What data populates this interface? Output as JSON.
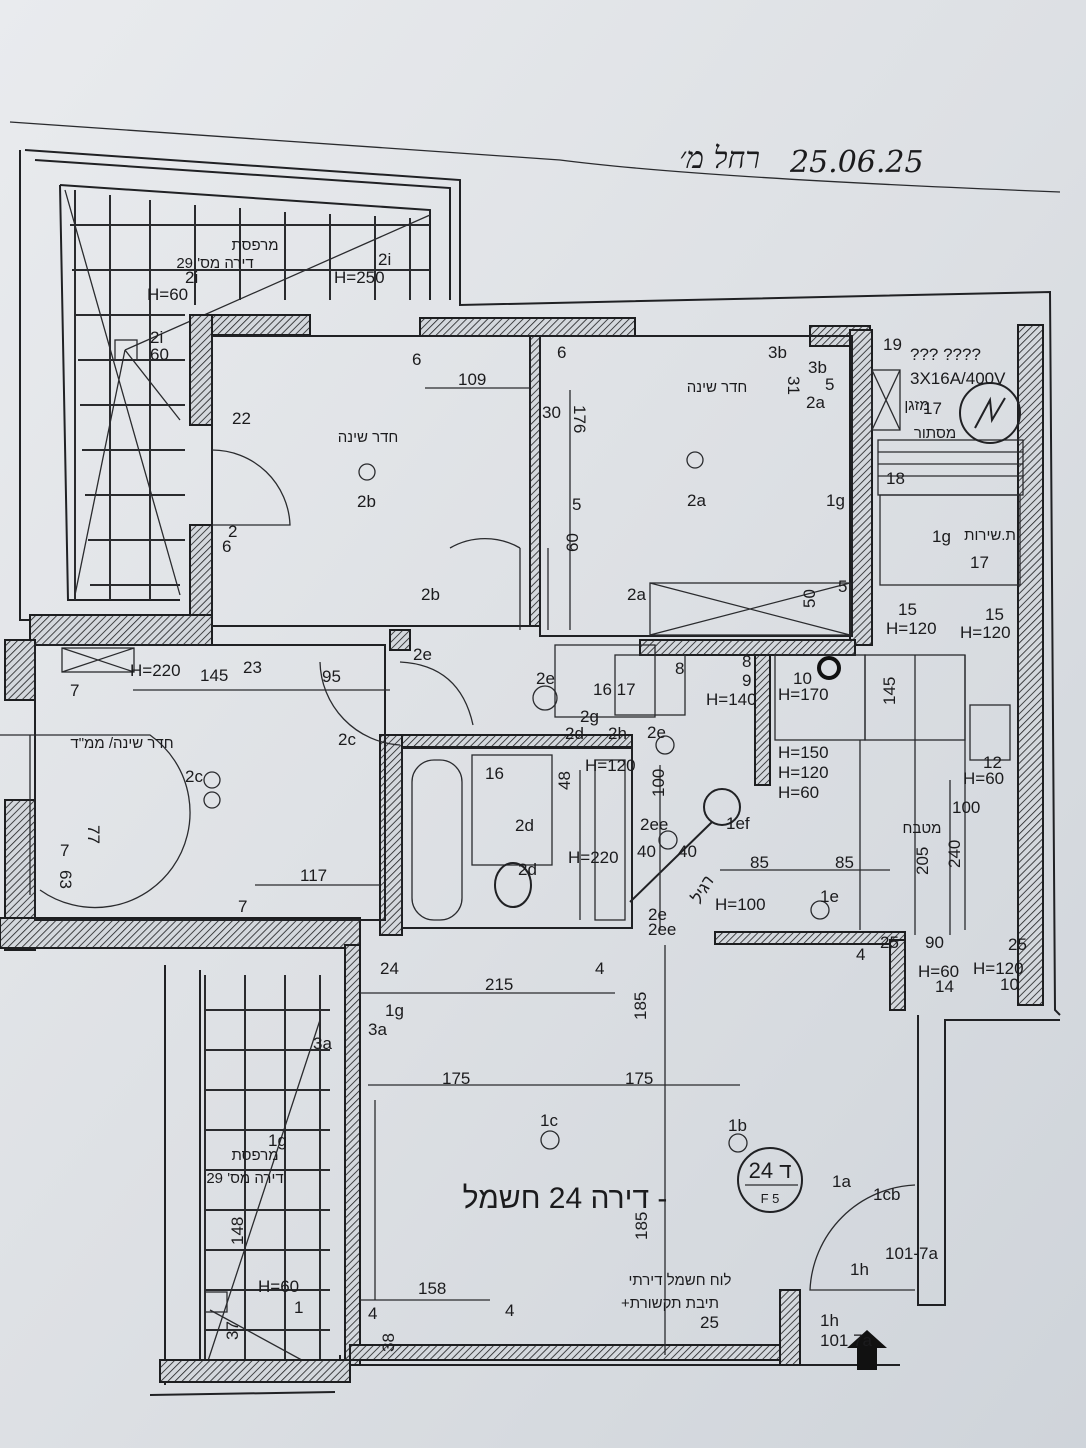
{
  "header": {
    "signature": "רחל מ׳",
    "date": "25.06.25"
  },
  "title": "דירה 24 חשמל -",
  "stamp": {
    "top": "ד 24",
    "bottom": "F 5"
  },
  "rooms": {
    "balcony_top": "מרפסת",
    "balcony_top_apt": "דירה מס' 29",
    "bedroom_left": "חדר שינה",
    "bedroom_right": "חדר שינה",
    "bedroom_safe_room": "חדר שינה/ ממ\"ד",
    "service_balcony": "ת.שירות",
    "ac": "מזגן",
    "ac_cover": "מסתור",
    "kitchen": "מטבח",
    "balcony_bottom": "מרפסת",
    "balcony_bottom_apt": "דירה מס' 29"
  },
  "notes": {
    "panel_line1": "לוח חשמל דירתי",
    "panel_line2": "+תיבת תקשורת",
    "unknown": "??? ????",
    "ac_spec": "3X16A/400V",
    "handwritten_note": "רגיל"
  },
  "annotations": [
    "2i",
    "H=60",
    "2i",
    "H=250",
    "2i",
    "60",
    "6",
    "6",
    "3b",
    "3b",
    "31",
    "5",
    "2a",
    "19",
    "17",
    "22",
    "109",
    "30",
    "176",
    "2b",
    "2a",
    "1g",
    "18",
    "1g",
    "17",
    "5",
    "60",
    "6",
    "2",
    "2b",
    "2a",
    "5",
    "50",
    "15",
    "H=120",
    "15",
    "H=120",
    "H=220",
    "145",
    "23",
    "95",
    "2e",
    "2e",
    "16 17",
    "8",
    "8",
    "9",
    "10",
    "H=140",
    "H=170",
    "7",
    "2c",
    "2g",
    "2d",
    "2h",
    "2e",
    "145",
    "H=150",
    "H=120",
    "H=60",
    "12",
    "H=60",
    "16",
    "H=120",
    "2c",
    "48",
    "100",
    "1ef",
    "100",
    "2d",
    "2ee",
    "7",
    "77",
    "63",
    "2d",
    "H=220",
    "40",
    "40",
    "85",
    "85",
    "117",
    "205",
    "240",
    "H=100",
    "1e",
    "7",
    "2e",
    "2ee",
    "24",
    "4",
    "215",
    "25",
    "90",
    "25",
    "H=60",
    "H=120",
    "10",
    "14",
    "1g",
    "3a",
    "3a",
    "185",
    "175",
    "175",
    "1c",
    "1b",
    "1a",
    "1cb",
    "1g",
    "148",
    "1h",
    "101-7a",
    "158",
    "H=60",
    "1",
    "4",
    "4",
    "38",
    "37",
    "25",
    "1h",
    "101 7a",
    "185",
    "4"
  ]
}
